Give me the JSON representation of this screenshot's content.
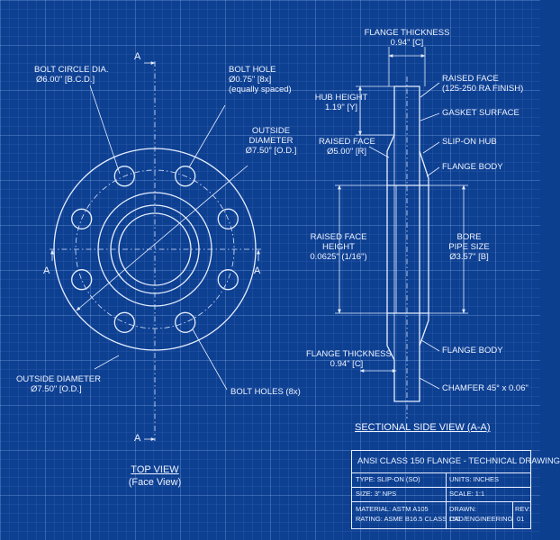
{
  "top_view": {
    "section_a_labels": [
      "A",
      "A",
      "A",
      "A"
    ],
    "bolt_circle_label": [
      "BOLT CIRCLE DIA.",
      "Ø6.00\" [B.C.D.]"
    ],
    "bolt_hole_label": [
      "BOLT HOLE",
      "Ø0.75\" [8x]",
      "(equally spaced)"
    ],
    "outside_diameter_right": [
      "OUTSIDE",
      "DIAMETER",
      "Ø7.50\" [O.D.]"
    ],
    "outside_diameter_left": [
      "OUTSIDE DIAMETER",
      "Ø7.50\" [O.D.]"
    ],
    "bolt_holes_label": "BOLT HOLES (8x)",
    "title": "TOP VIEW",
    "subtitle": "(Face View)"
  },
  "section_view": {
    "flange_thickness_top": [
      "FLANGE THICKNESS",
      "0.94\" [C]"
    ],
    "hub_height": [
      "HUB HEIGHT",
      "1.19\" [Y]"
    ],
    "raised_face_dia": [
      "RAISED FACE",
      "Ø5.00\" [R]"
    ],
    "raised_face_height": [
      "RAISED FACE",
      "HEIGHT",
      "0.0625\" (1/16\")"
    ],
    "flange_thickness_bottom": [
      "FLANGE THICKNESS",
      "0.94\" [C]"
    ],
    "raised_face_finish": [
      "RAISED FACE",
      "(125-250 RA FINISH)"
    ],
    "gasket_surface": "GASKET SURFACE",
    "slip_on_hub": "SLIP-ON HUB",
    "flange_body_top": "FLANGE BODY",
    "bore": [
      "BORE",
      "PIPE SIZE",
      "Ø3.57\" [B]"
    ],
    "flange_body_bottom": "FLANGE BODY",
    "chamfer": "CHAMFER 45° x 0.06\"",
    "title": "SECTIONAL SIDE VIEW (A-A)"
  },
  "title_block": {
    "heading": "ANSI CLASS 150 FLANGE - TECHNICAL DRAWING",
    "type": "TYPE: SLIP-ON (SO)",
    "units": "UNITS: INCHES",
    "size": "SIZE: 3\" NPS",
    "scale": "SCALE: 1:1",
    "material": "MATERIAL: ASTM A105",
    "rating": "RATING: ASME B16.5 CLASS 150",
    "drawn_label": "DRAWN:",
    "drawn_value": "CAD/ENGINEERING",
    "rev_label": "REV:",
    "rev_value": "01"
  },
  "colors": {
    "background": "#0e4092",
    "lines": "#e6efff"
  }
}
